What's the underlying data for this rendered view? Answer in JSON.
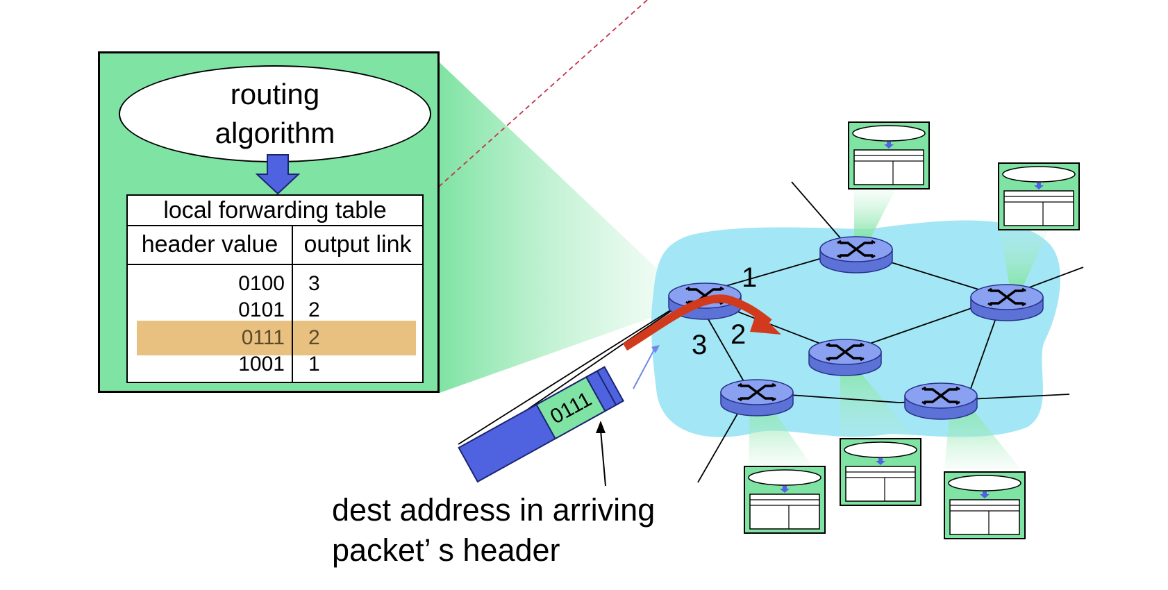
{
  "router_panel": {
    "routing_algorithm_line1": "routing",
    "routing_algorithm_line2": "algorithm",
    "table_title": "local forwarding table",
    "column_header_value": "header value",
    "column_output_link": "output link",
    "rows": [
      {
        "header_value": "0100",
        "output_link": "3"
      },
      {
        "header_value": "0101",
        "output_link": "2"
      },
      {
        "header_value": "0111",
        "output_link": "2",
        "highlighted": true
      },
      {
        "header_value": "1001",
        "output_link": "1"
      }
    ]
  },
  "packet": {
    "header_value": "0111"
  },
  "link_numbers": {
    "link1": "1",
    "link2": "2",
    "link3": "3"
  },
  "caption": {
    "line1": "dest address in arriving",
    "line2": "packet’ s header"
  },
  "colors": {
    "panel_green": "#7fe3a3",
    "network_cloud": "#a3e6f5",
    "router_blue": "#6f87e8",
    "highlight_row": "#e8c07f",
    "route_arrow": "#d23a1e",
    "packet_blue": "#4f63e0"
  },
  "icons": [
    "router-icon",
    "down-arrow-icon",
    "route-arrow-icon"
  ]
}
